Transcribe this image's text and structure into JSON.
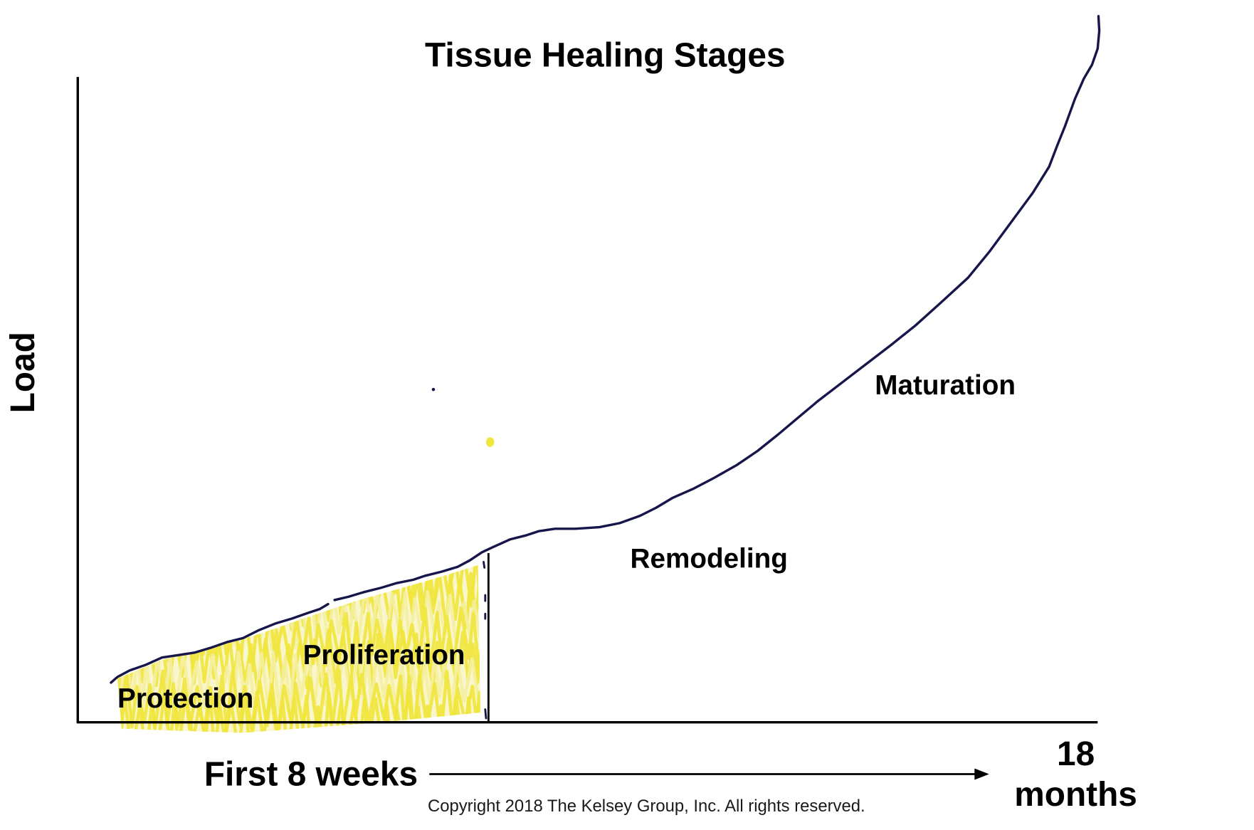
{
  "title": "Tissue Healing Stages",
  "y_axis_label": "Load",
  "x_axis": {
    "start_label": "First 8 weeks",
    "end_label_line1": "18",
    "end_label_line2": "months"
  },
  "stages": [
    {
      "name": "Protection"
    },
    {
      "name": "Proliferation"
    },
    {
      "name": "Remodeling"
    },
    {
      "name": "Maturation"
    }
  ],
  "copyright": "Copyright 2018 The Kelsey Group, Inc. All rights reserved.",
  "colors": {
    "curve": "#17164a",
    "axis": "#000000",
    "highlight": "#f0e63c",
    "highlight_light": "#f4efa0"
  }
}
